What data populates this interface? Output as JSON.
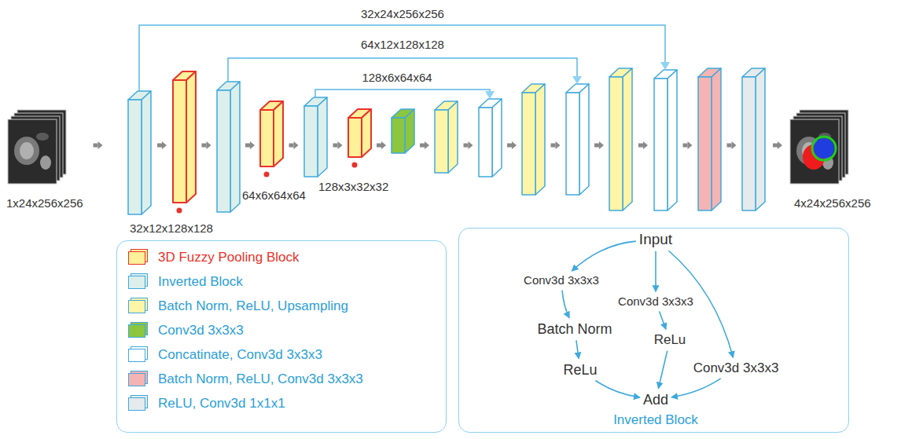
{
  "diagram": {
    "nodes": [
      {
        "text": [
          "Inverted Block"
        ]
      },
      {
        "text": [
          "Input"
        ],
        "in": 0
      },
      {
        "text": [
          "Conv3d 3x3x3"
        ],
        "in": 0
      },
      {
        "text": [
          "Conv3d 3x3x3"
        ],
        "in": 0
      },
      {
        "text": [
          "Batch Norm"
        ],
        "in": 0
      },
      {
        "text": [
          "ReLu"
        ],
        "in": 0
      },
      {
        "text": [
          "ReLu"
        ],
        "in": 0
      },
      {
        "text": [
          "Conv3d 3x3x3"
        ],
        "in": 0
      },
      {
        "text": [
          "Add"
        ],
        "in": 0
      }
    ],
    "edges": [
      {
        "from": 1,
        "to": 2,
        "arrow": "to"
      },
      {
        "from": 1,
        "to": 3,
        "arrow": "to"
      },
      {
        "from": 1,
        "to": 7,
        "arrow": "to"
      },
      {
        "from": 2,
        "to": 4,
        "arrow": "to"
      },
      {
        "from": 4,
        "to": 6,
        "arrow": "to"
      },
      {
        "from": 3,
        "to": 5,
        "arrow": "to"
      },
      {
        "from": 6,
        "to": 8,
        "arrow": "to"
      },
      {
        "from": 5,
        "to": 8,
        "arrow": "to"
      },
      {
        "from": 7,
        "to": 8,
        "arrow": "to"
      }
    ],
    "labels": [
      "32x24x256x256",
      "64x12x128x128",
      "128x6x64x64",
      "1x24x256x256",
      "32x12x128x128",
      "64x6x64x64",
      "128x3x32x32",
      "4x24x256x256"
    ],
    "legend": [
      {
        "text": "3D Fuzzy Pooling Block",
        "color": "#fff09a"
      },
      {
        "text": "Inverted Block",
        "color": "#dcefeb"
      },
      {
        "text": "Batch Norm, ReLU, Upsampling",
        "color": "#fff5a8"
      },
      {
        "text": "Conv3d 3x3x3",
        "color": "#8cc63f"
      },
      {
        "text": "Concatinate, Conv3d 3x3x3",
        "color": "#ffffff"
      },
      {
        "text": "Batch Norm, ReLU, Conv3d 3x3x3",
        "color": "#f4b4b4"
      },
      {
        "text": "ReLU, Conv3d 1x1x1",
        "color": "#e5eaec"
      }
    ]
  }
}
